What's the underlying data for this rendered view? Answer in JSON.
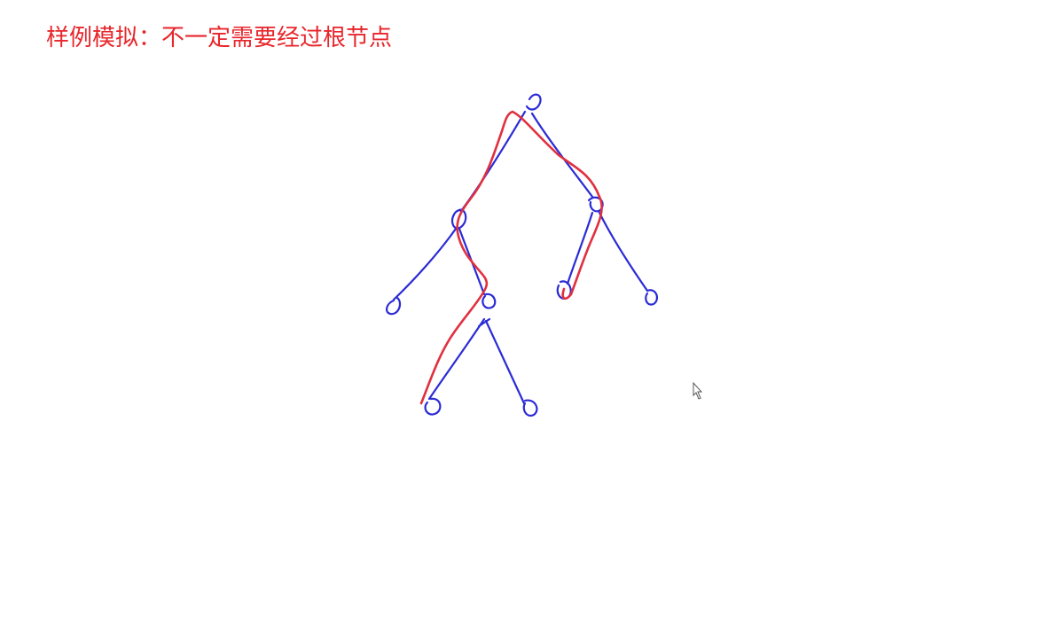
{
  "slide": {
    "title": "样例模拟：不一定需要经过根节点"
  },
  "colors": {
    "title": "#e8262b",
    "tree": "#2b2bd6",
    "highlight_path": "#e03040",
    "background": "#ffffff",
    "cursor": "#555555"
  },
  "diagram": {
    "description_nodes": [
      "root",
      "left",
      "right",
      "left-left",
      "left-right",
      "right-left",
      "right-right",
      "left-right-left",
      "left-right-right"
    ],
    "highlighted_path": [
      "left-right-left",
      "left-right",
      "left",
      "root",
      "right",
      "right-left"
    ]
  },
  "icons": {
    "cursor": "mouse-pointer-icon"
  }
}
